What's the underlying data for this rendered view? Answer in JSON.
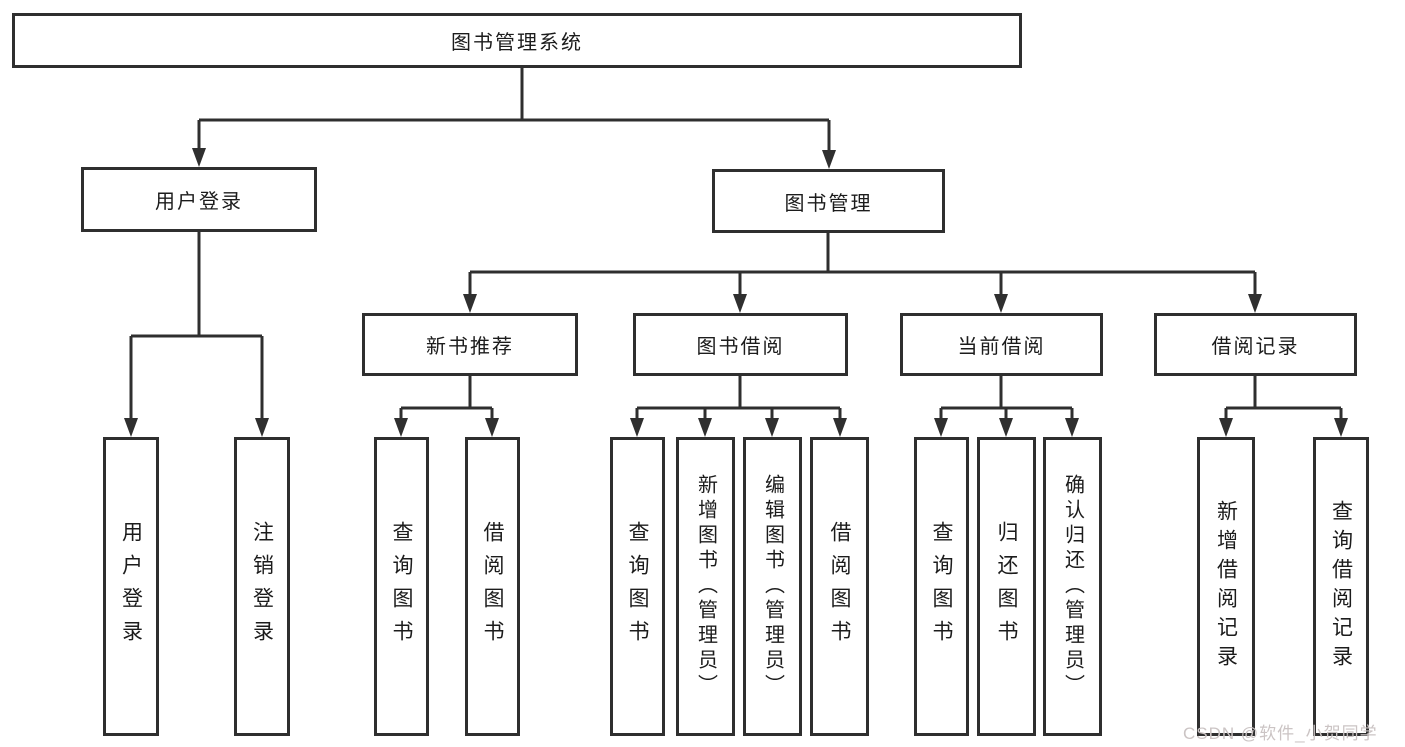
{
  "diagram_title": "图书管理系统",
  "nodes": {
    "root": "图书管理系统",
    "user_login": "用户登录",
    "book_mgmt": "图书管理",
    "new_book_rec": "新书推荐",
    "book_borrow": "图书借阅",
    "current_borrow": "当前借阅",
    "borrow_record": "借阅记录"
  },
  "leaves": [
    {
      "label": "用户登录"
    },
    {
      "label": "注销登录"
    },
    {
      "label": "查询图书"
    },
    {
      "label": "借阅图书"
    },
    {
      "label": "查询图书"
    },
    {
      "label": "新增图书（管理员）"
    },
    {
      "label": "编辑图书（管理员）"
    },
    {
      "label": "借阅图书"
    },
    {
      "label": "查询图书"
    },
    {
      "label": "归还图书"
    },
    {
      "label": "确认归还（管理员）"
    },
    {
      "label": "新增借阅记录"
    },
    {
      "label": "查询借阅记录"
    }
  ],
  "watermark": "CSDN @软件_小贺同学",
  "colors": {
    "line": "#2f2f2f",
    "text": "#1c1c1c",
    "watermark": "#cbc4c4",
    "background": "#ffffff"
  }
}
